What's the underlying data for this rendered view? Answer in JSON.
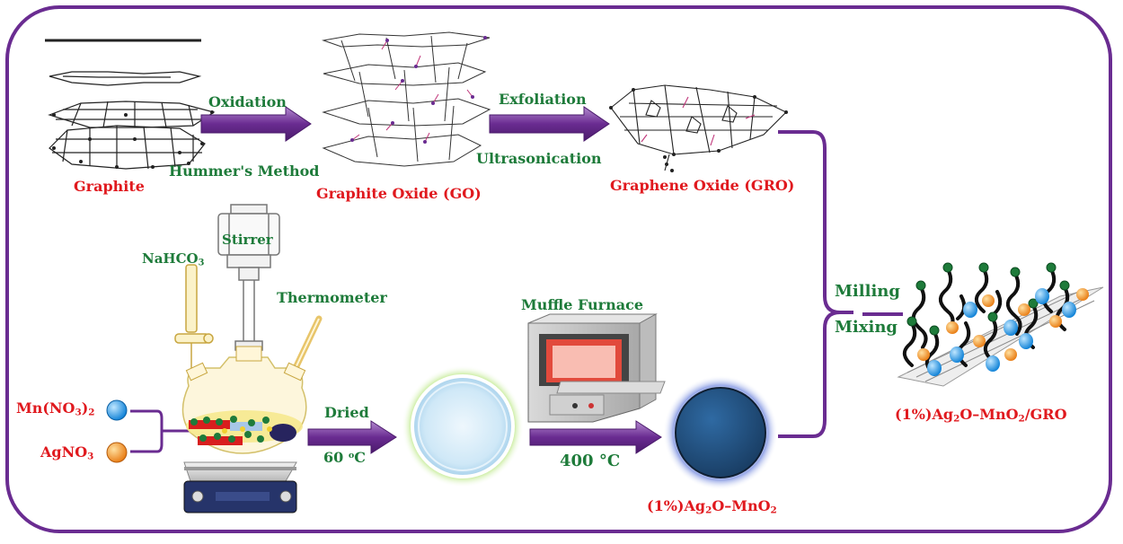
{
  "labels": {
    "graphite": "Graphite",
    "oxidation": "Oxidation",
    "hummers": "Hummer's Method",
    "go": "Graphite Oxide (GO)",
    "exfoliation": "Exfoliation",
    "ultrasonication": "Ultrasonication",
    "gro": "Graphene Oxide (GRO)",
    "stirrer": "Stirrer",
    "nahco3": {
      "pre": "NaHCO",
      "sub": "3"
    },
    "thermometer": "Thermometer",
    "muffle": "Muffle Furnace",
    "milling": "Milling",
    "mixing": "Mixing",
    "mn_no3": {
      "pre": "Mn(NO",
      "mid": ")",
      "sub1": "3",
      "sub2": "2"
    },
    "agno3": {
      "pre": "AgNO",
      "sub": "3"
    },
    "dried": "Dried",
    "temp60": {
      "num": "60 ",
      "sup": "o",
      "unit": "C"
    },
    "temp400": "400 °C",
    "product": {
      "a": "(1%)Ag",
      "s1": "2",
      "b": "O–MnO",
      "s2": "2"
    },
    "final": {
      "a": "(1%)Ag",
      "s1": "2",
      "b": "O–MnO",
      "s2": "2",
      "c": "/GRO"
    }
  },
  "colors": {
    "frame": "#6a2c91",
    "arrow": "#6a2c91",
    "red_text": "#e0191e",
    "green_text": "#1e7b3a",
    "mn_ball": "#1e90ff",
    "ag_ball": "#f08a24",
    "dark_sphere": "#1f4e79",
    "light_sphere": "#cfe8f7"
  },
  "icons": [
    "graphite-layers",
    "graphite-oxide-stack",
    "graphene-oxide-sheet",
    "stirrer",
    "burette",
    "thermometer",
    "round-flask",
    "hot-plate",
    "muffle-furnace",
    "composite-structure"
  ]
}
